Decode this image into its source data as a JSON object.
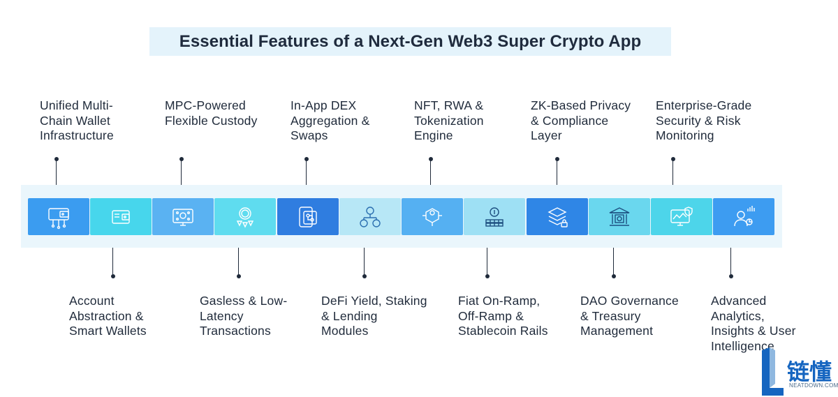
{
  "title": "Essential Features of a Next-Gen Web3 Super Crypto App",
  "features": [
    {
      "label": "Unified Multi-\nChain Wallet\nInfrastructure",
      "icon": "wallet-network-icon",
      "color": "#3b9cf0",
      "position": "top"
    },
    {
      "label": "Account\nAbstraction &\nSmart Wallets",
      "icon": "smart-wallet-icon",
      "color": "#47d6ec",
      "position": "bottom"
    },
    {
      "label": "MPC-Powered\nFlexible Custody",
      "icon": "custody-monitor-icon",
      "color": "#5ab2f2",
      "position": "top"
    },
    {
      "label": "Gasless & Low-\nLatency\nTransactions",
      "icon": "gasless-coin-icon",
      "color": "#5fdcef",
      "position": "bottom"
    },
    {
      "label": "In-App DEX\nAggregation &\nSwaps",
      "icon": "dex-swap-icon",
      "color": "#2f7de0",
      "position": "top"
    },
    {
      "label": "DeFi Yield, Staking\n& Lending\nModules",
      "icon": "defi-network-icon",
      "color": "#b7e7f6",
      "position": "bottom"
    },
    {
      "label": "NFT, RWA &\nTokenization\nEngine",
      "icon": "nft-token-icon",
      "color": "#55b0f2",
      "position": "top"
    },
    {
      "label": "Fiat On-Ramp,\nOff-Ramp &\nStablecoin Rails",
      "icon": "fiat-ramp-icon",
      "color": "#9ee0f4",
      "position": "bottom"
    },
    {
      "label": "ZK-Based Privacy\n& Compliance\nLayer",
      "icon": "privacy-layers-icon",
      "color": "#2f86e6",
      "position": "top"
    },
    {
      "label": "DAO Governance\n& Treasury\nManagement",
      "icon": "treasury-bank-icon",
      "color": "#6ad7ee",
      "position": "bottom"
    },
    {
      "label": "Enterprise-Grade\nSecurity & Risk\nMonitoring",
      "icon": "security-monitor-icon",
      "color": "#4dd5ea",
      "position": "top"
    },
    {
      "label": "Advanced\nAnalytics,\nInsights & User\nIntelligence",
      "icon": "analytics-user-icon",
      "color": "#3d9cf1",
      "position": "bottom"
    }
  ],
  "logo": {
    "text": "链懂",
    "subtext": "NEATDOWN.COM"
  }
}
